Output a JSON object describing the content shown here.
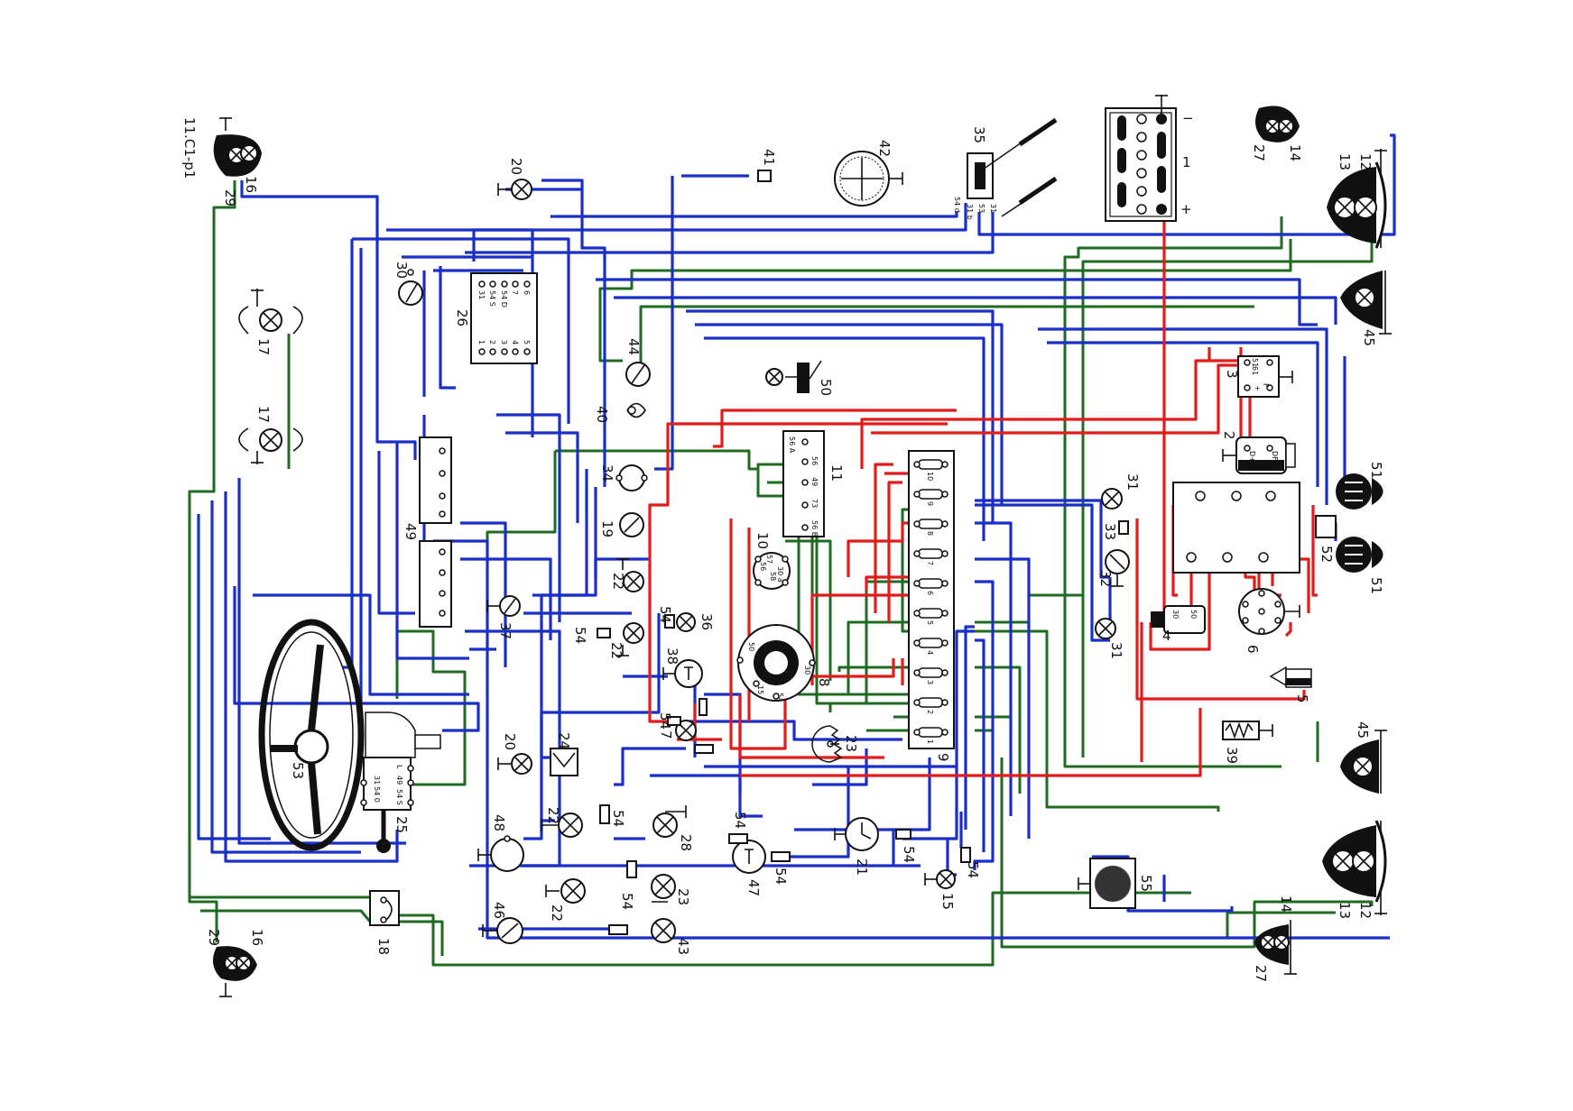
{
  "diagram": {
    "title": "Vehicle wiring diagram",
    "corner_mark": "11.C1-p1",
    "colors": {
      "blue": "#1a2fc8",
      "green": "#1f6b22",
      "red": "#e21b1b",
      "black": "#111111"
    },
    "battery": {
      "id": "1",
      "minus": "−",
      "plus": "+"
    },
    "components": {
      "c2": "2",
      "c3": "3",
      "c4": "4",
      "c5": "5",
      "c6": "6",
      "c7": "7",
      "c8": "8",
      "c9": "9",
      "c10": "10",
      "c11": "11",
      "c12a": "12",
      "c12b": "12",
      "c13a": "13",
      "c13b": "13",
      "c14a": "14",
      "c14b": "14",
      "c15": "15",
      "c16a": "16",
      "c16b": "16",
      "c17a": "17",
      "c17b": "17",
      "c18": "18",
      "c19": "19",
      "c20a": "20",
      "c20b": "20",
      "c21": "21",
      "c22a": "22",
      "c22b": "22",
      "c22c": "22",
      "c22d": "22",
      "c23a": "23",
      "c23b": "23",
      "c24": "24",
      "c25": "25",
      "c26": "26",
      "c27a": "27",
      "c27b": "27",
      "c28": "28",
      "c29a": "29",
      "c29b": "29",
      "c30": "30",
      "c31a": "31",
      "c31b": "31",
      "c32": "32",
      "c33": "33",
      "c34": "34",
      "c35": "35",
      "c36": "36",
      "c37": "37",
      "c38": "38",
      "c39": "39",
      "c40": "40",
      "c41": "41",
      "c42": "42",
      "c43": "43",
      "c44": "44",
      "c45a": "45",
      "c45b": "45",
      "c46": "46",
      "c47": "47",
      "c48": "48",
      "c49": "49",
      "c50": "50",
      "c51a": "51",
      "c51b": "51",
      "c52": "52",
      "c53": "53",
      "c55": "55"
    },
    "resistor_label": "54",
    "fusebox_numbers": [
      "10",
      "9",
      "8",
      "7",
      "6",
      "5",
      "4",
      "3",
      "2",
      "1"
    ],
    "relay3_pins": [
      "51",
      "F",
      "61",
      "+"
    ],
    "generator2_pins": [
      "D+",
      "DF"
    ],
    "starter4_pins": [
      "30",
      "50"
    ],
    "switch26_top_pins": [
      "31",
      "54 S",
      "54 D",
      "7",
      "6"
    ],
    "switch26_bottom_pins": [
      "1",
      "2",
      "3",
      "4",
      "5"
    ],
    "switch11_pins": [
      "56 A",
      "56",
      "49",
      "73",
      "56 B"
    ],
    "switch10_pins": [
      "57",
      "56",
      "30 a",
      "58"
    ],
    "ignition8_pins": [
      "50",
      "30",
      "15",
      "54"
    ],
    "wiper35_pins": [
      "54 d",
      "31 b",
      "53",
      "31"
    ],
    "column25_pins": [
      "L",
      "49",
      "54 S",
      "31",
      "54 0"
    ]
  }
}
